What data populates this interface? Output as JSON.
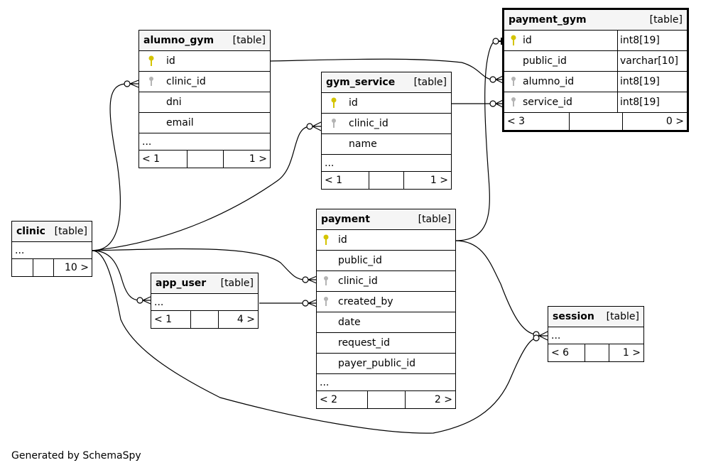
{
  "tables": {
    "alumno_gym": {
      "name": "alumno_gym",
      "kind": "[table]",
      "columns": [
        "id",
        "clinic_id",
        "dni",
        "email"
      ],
      "more": "...",
      "pager": {
        "left": "< 1",
        "right": "1 >"
      }
    },
    "gym_service": {
      "name": "gym_service",
      "kind": "[table]",
      "columns": [
        "id",
        "clinic_id",
        "name"
      ],
      "more": "...",
      "pager": {
        "left": "< 1",
        "right": "1 >"
      }
    },
    "payment_gym": {
      "name": "payment_gym",
      "kind": "[table]",
      "columns": [
        {
          "name": "id",
          "type": "int8[19]"
        },
        {
          "name": "public_id",
          "type": "varchar[10]"
        },
        {
          "name": "alumno_id",
          "type": "int8[19]"
        },
        {
          "name": "service_id",
          "type": "int8[19]"
        }
      ],
      "pager": {
        "left": "< 3",
        "right": "0 >"
      }
    },
    "clinic": {
      "name": "clinic",
      "kind": "[table]",
      "more": "...",
      "pager": {
        "left": "",
        "right": "10 >"
      }
    },
    "payment": {
      "name": "payment",
      "kind": "[table]",
      "columns": [
        "id",
        "public_id",
        "clinic_id",
        "created_by",
        "date",
        "request_id",
        "payer_public_id"
      ],
      "more": "...",
      "pager": {
        "left": "< 2",
        "right": "2 >"
      }
    },
    "app_user": {
      "name": "app_user",
      "kind": "[table]",
      "more": "...",
      "pager": {
        "left": "< 1",
        "right": "4 >"
      }
    },
    "session": {
      "name": "session",
      "kind": "[table]",
      "more": "...",
      "pager": {
        "left": "< 6",
        "right": "1 >"
      }
    }
  },
  "colors": {
    "primary_key": "#d4c400",
    "foreign_key": "#b4b4b4",
    "header_bg": "#f5f5f5"
  },
  "footer": "Generated by SchemaSpy"
}
